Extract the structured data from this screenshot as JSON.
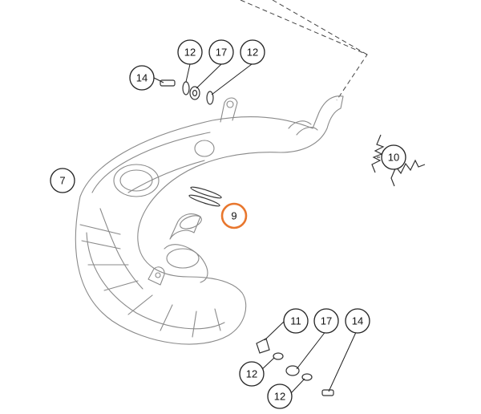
{
  "diagram": {
    "callouts": [
      {
        "id": "c14a",
        "label": "14",
        "highlight": false
      },
      {
        "id": "c12a",
        "label": "12",
        "highlight": false
      },
      {
        "id": "c17a",
        "label": "17",
        "highlight": false
      },
      {
        "id": "c12b",
        "label": "12",
        "highlight": false
      },
      {
        "id": "c10",
        "label": "10",
        "highlight": false
      },
      {
        "id": "c7",
        "label": "7",
        "highlight": false
      },
      {
        "id": "c9",
        "label": "9",
        "highlight": true
      },
      {
        "id": "c11",
        "label": "11",
        "highlight": false
      },
      {
        "id": "c17b",
        "label": "17",
        "highlight": false
      },
      {
        "id": "c14b",
        "label": "14",
        "highlight": false
      },
      {
        "id": "c12c",
        "label": "12",
        "highlight": false
      },
      {
        "id": "c12d",
        "label": "12",
        "highlight": false
      }
    ],
    "colors": {
      "highlight": "#e8772e",
      "line": "#222222",
      "part": "#8a8a8a"
    }
  }
}
